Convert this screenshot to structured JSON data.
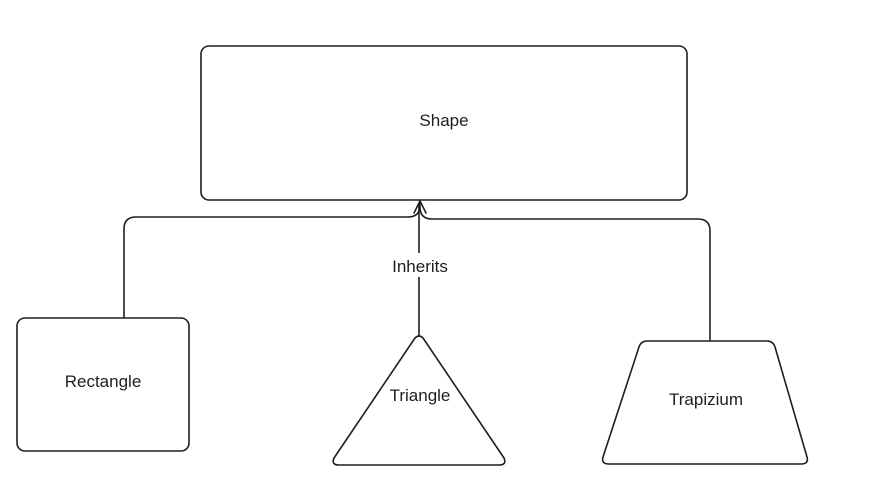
{
  "diagram": {
    "nodes": {
      "shape": "Shape",
      "rectangle": "Rectangle",
      "triangle": "Triangle",
      "trapezium": "Trapizium"
    },
    "edge_label": "Inherits",
    "colors": {
      "stroke": "#1e1e1e",
      "background": "#ffffff"
    }
  }
}
